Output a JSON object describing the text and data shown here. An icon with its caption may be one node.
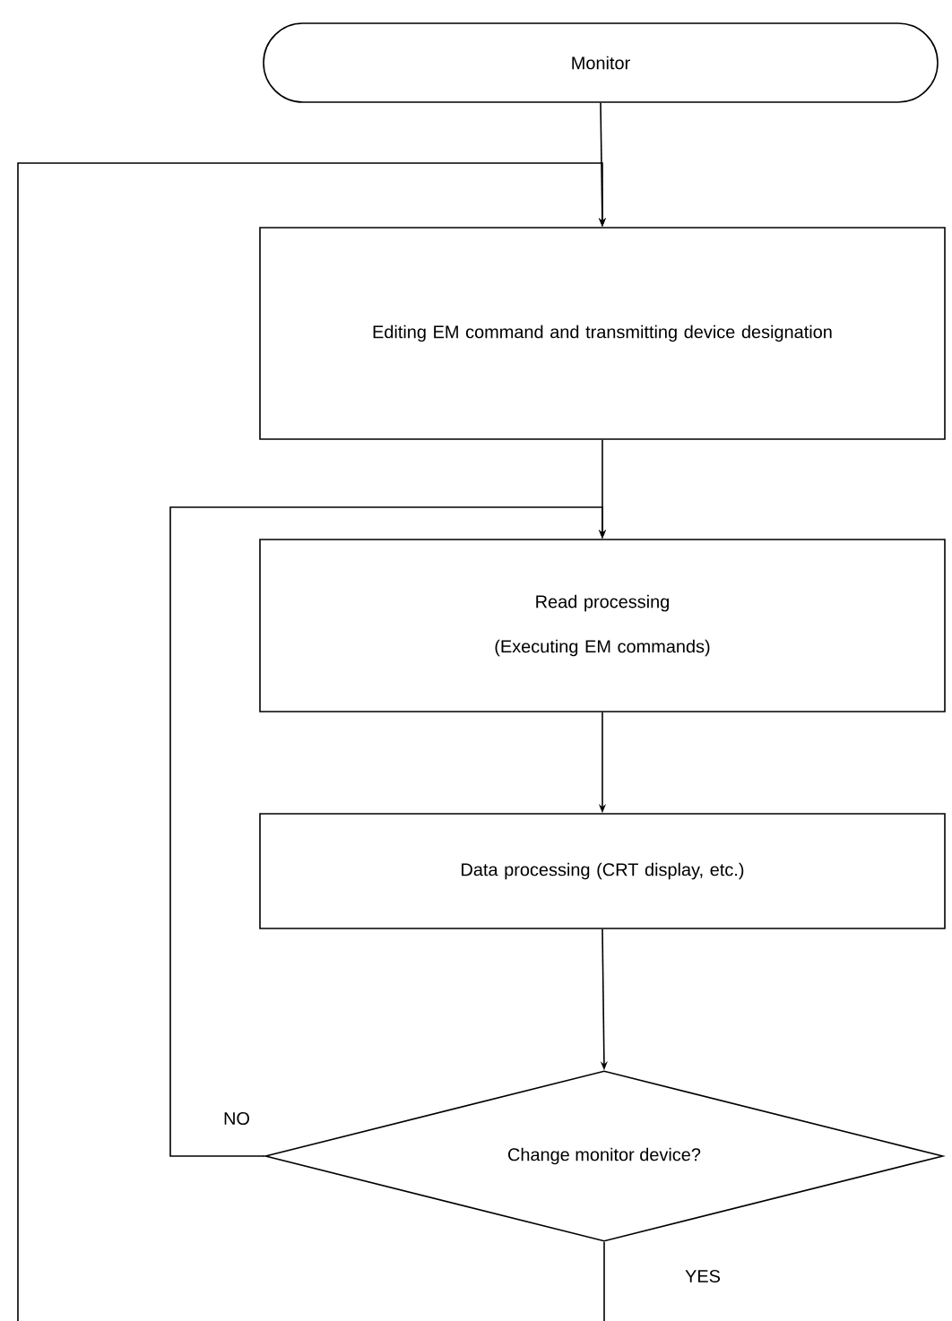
{
  "diagram": {
    "nodes": [
      {
        "text": [
          "Monitor"
        ]
      },
      {
        "text": [
          "Editing EM command and transmitting device designation"
        ]
      },
      {
        "text": [
          "Read processing",
          "(Executing EM commands)"
        ]
      },
      {
        "text": [
          "Data processing (CRT display, etc.)"
        ]
      },
      {
        "text": [
          "Change monitor device?"
        ]
      }
    ],
    "edges": [
      {
        "from": 0,
        "to": 1,
        "arrow": "to"
      },
      {
        "from": null,
        "to": 1,
        "arrow": "to"
      },
      {
        "from": 1,
        "to": 2,
        "arrow": "to"
      },
      {
        "from": 2,
        "to": 3,
        "arrow": "to"
      },
      {
        "from": 3,
        "to": 4,
        "arrow": "to"
      },
      {
        "from": 4,
        "to": 2,
        "arrow": "to",
        "label": "NO"
      },
      {
        "from": 4,
        "to": null,
        "arrow": "none",
        "label": "YES"
      }
    ]
  }
}
